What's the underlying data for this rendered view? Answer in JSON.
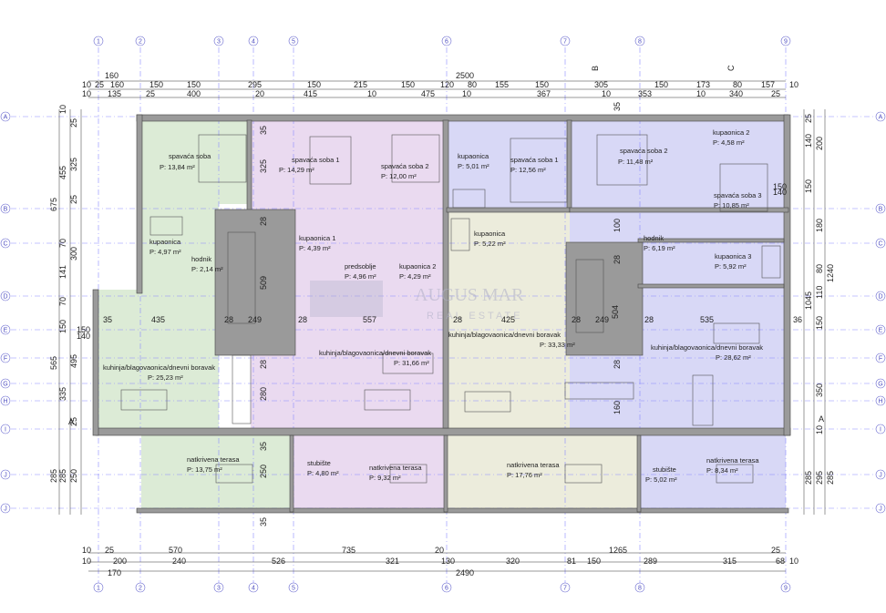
{
  "grid_labels": [
    "1",
    "2",
    "3",
    "4",
    "5",
    "6",
    "7",
    "8",
    "9"
  ],
  "row_labels": [
    "A",
    "B",
    "C",
    "D",
    "E",
    "F",
    "G",
    "H",
    "I",
    "J"
  ],
  "section_marks": [
    "B",
    "C",
    "A",
    "A"
  ],
  "top_dims": {
    "row1": [
      "160",
      "2500"
    ],
    "row2": [
      "10",
      "25",
      "160",
      "150",
      "150",
      "295",
      "150",
      "215",
      "150",
      "120",
      "80",
      "155",
      "150",
      "305",
      "150",
      "173",
      "80",
      "157",
      "10"
    ],
    "row3": [
      "10",
      "135",
      "25",
      "400",
      "20",
      "415",
      "10",
      "475",
      "10",
      "367",
      "10",
      "353",
      "10",
      "340",
      "25"
    ]
  },
  "bottom_dims": {
    "row1": [
      "10",
      "25",
      "570",
      "735",
      "20",
      "1265",
      "25"
    ],
    "row2": [
      "10",
      "200",
      "240",
      "526",
      "321",
      "130",
      "320",
      "81",
      "150",
      "289",
      "315",
      "68",
      "10"
    ],
    "row3": [
      "170",
      "2490"
    ]
  },
  "left_dims": [
    "10",
    "25",
    "455",
    "325",
    "675",
    "25",
    "70",
    "300",
    "141",
    "70",
    "150",
    "495",
    "565",
    "335",
    "25",
    "285",
    "285",
    "250"
  ],
  "right_dims": [
    "25",
    "200",
    "140",
    "150",
    "180",
    "1240",
    "80",
    "110",
    "1045",
    "150",
    "350",
    "10",
    "285",
    "295",
    "285"
  ],
  "inner_dims": [
    "35",
    "325",
    "100",
    "35",
    "28",
    "509",
    "28",
    "249",
    "28",
    "557",
    "28",
    "425",
    "28",
    "249",
    "504",
    "28",
    "535",
    "36",
    "435",
    "35",
    "280",
    "28",
    "28",
    "160",
    "28",
    "35",
    "250",
    "35",
    "150",
    "140",
    "150",
    "140"
  ],
  "rooms": [
    {
      "name": "spavaća soba",
      "area": "P:   13,84 m²"
    },
    {
      "name": "spavaća soba 1",
      "area": "P:   14,29 m²"
    },
    {
      "name": "spavaća soba 2",
      "area": "P:   12,00 m²"
    },
    {
      "name": "kupaonica",
      "area": "P:   5,01 m²"
    },
    {
      "name": "spavaća soba 1",
      "area": "P:   12,56 m²"
    },
    {
      "name": "spavaća soba 2",
      "area": "P:   11,48 m²"
    },
    {
      "name": "kupaonica 2",
      "area": "P:   4,58 m²"
    },
    {
      "name": "spavaća soba 3",
      "area": "P:   10,85 m²"
    },
    {
      "name": "kupaonica",
      "area": "P:   4,97 m²"
    },
    {
      "name": "hodnik",
      "area": "P:   2,14 m²"
    },
    {
      "name": "kupaonica 1",
      "area": "P:   4,39 m²"
    },
    {
      "name": "predsoblje",
      "area": "P:   4,96 m²"
    },
    {
      "name": "kupaonica 2",
      "area": "P:   4,29 m²"
    },
    {
      "name": "kupaonica",
      "area": "P:   5,22 m²"
    },
    {
      "name": "hodnik",
      "area": "P:   6,19 m²"
    },
    {
      "name": "kupaonica 3",
      "area": "P:   5,92 m²"
    },
    {
      "name": "kuhinja/blagovaonica/dnevni boravak",
      "area": "P:   25,23 m²"
    },
    {
      "name": "kuhinja/blagovaonica/dnevni boravak",
      "area": "P:   31,66 m²"
    },
    {
      "name": "kuhinja/blagovaonica/dnevni boravak",
      "area": "P:   33,33 m²"
    },
    {
      "name": "kuhinja/blagovaonica/dnevni boravak",
      "area": "P:   28,62 m²"
    },
    {
      "name": "natkrivena terasa",
      "area": "P:   13,75 m²"
    },
    {
      "name": "stubište",
      "area": "P:   4,80 m²"
    },
    {
      "name": "natkrivena terasa",
      "area": "P:   9,32 m²"
    },
    {
      "name": "natkrivena terasa",
      "area": "P:   17,76 m²"
    },
    {
      "name": "stubište",
      "area": "P:   5,02 m²"
    },
    {
      "name": "natkrivena terasa",
      "area": "P:   8,34 m²"
    }
  ],
  "watermark": {
    "main": "AUGUS MAR",
    "sub": "REAL ESTATE"
  },
  "colors": {
    "green": "#dcebd6",
    "pink": "#eadaf0",
    "blue": "#d8d8f6",
    "yellow": "#ececdc",
    "grid": "#8a8aff"
  }
}
